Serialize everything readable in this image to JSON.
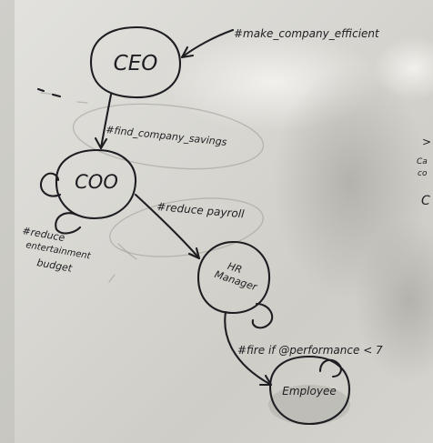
{
  "nodes": {
    "ceo": "CEO",
    "coo": "COO",
    "hr_line1": "HR",
    "hr_line2": "Manager",
    "employee": "Employee"
  },
  "annotations": {
    "make_efficient": "#make_company_efficient",
    "find_savings": "#find_company_savings",
    "reduce_payroll": "#reduce payroll",
    "reduce_budget_line1": "#reduce",
    "reduce_budget_line2": "entertainment",
    "reduce_budget_line3": "budget",
    "fire_if": "#fire if @performance < 7"
  },
  "background_text": {
    "right_1": "Ca",
    "right_2": "co",
    "right_3": ">",
    "right_4": "C"
  },
  "colors": {
    "ink": "#1e1e22",
    "whiteboard": "#dedcd7",
    "frame_left": "#b9b7b1"
  }
}
